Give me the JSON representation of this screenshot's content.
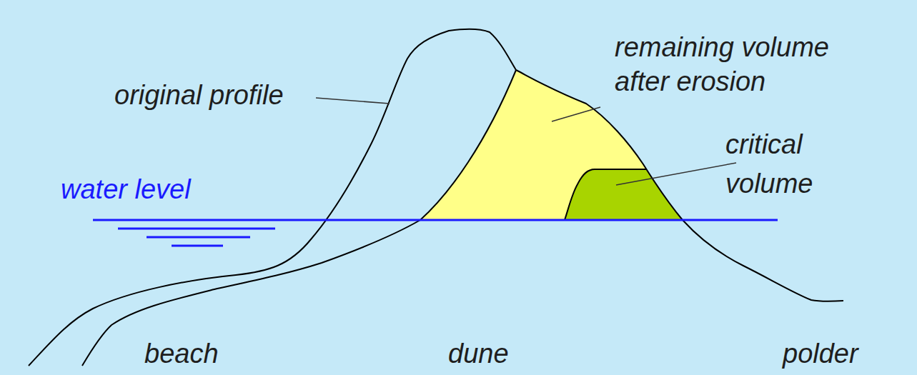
{
  "diagram": {
    "labels": [
      "original profile",
      "remaining volume after erosion",
      "critical volume",
      "water level",
      "beach",
      "dune",
      "polder"
    ]
  }
}
